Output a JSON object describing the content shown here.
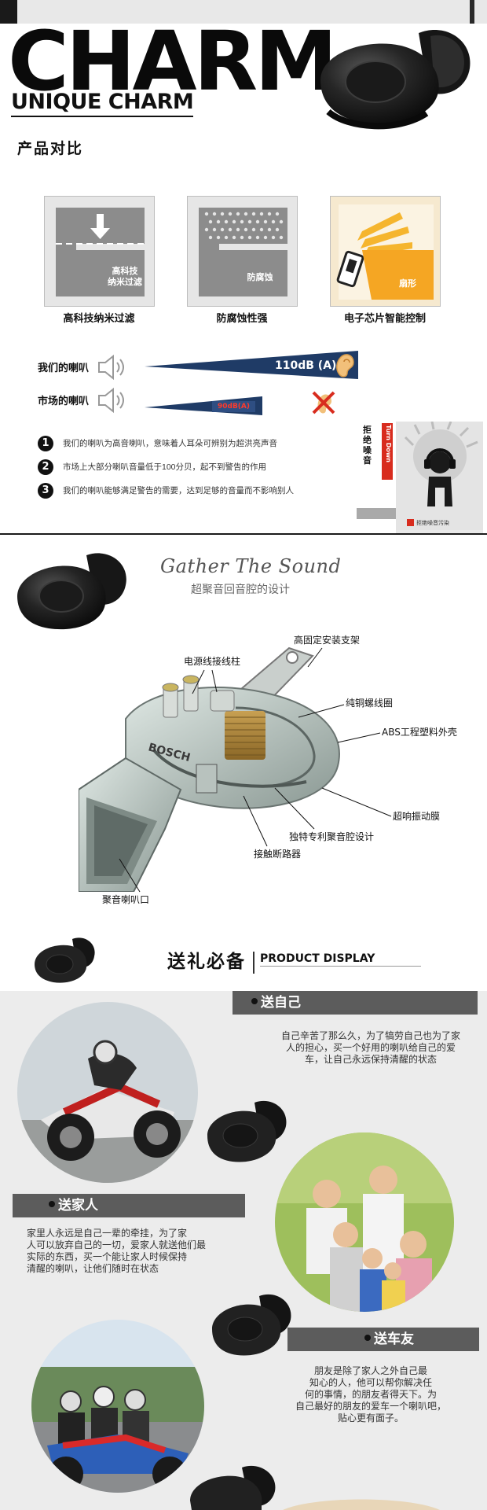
{
  "section1": {
    "title": "CHARM",
    "subtitle": "UNIQUE CHARM",
    "label": "产品对比",
    "features": [
      {
        "overlay": "高科技\n纳米过滤",
        "caption": "高科技纳米过滤"
      },
      {
        "overlay": "防腐蚀",
        "caption": "防腐蚀性强"
      },
      {
        "overlay": "扇形",
        "caption": "电子芯片智能控制"
      }
    ],
    "comparison": {
      "ours_label": "我们的喇叭",
      "ours_db": "110dB (A)",
      "market_label": "市场的喇叭",
      "market_db": "90dB(A)"
    },
    "bullets": [
      {
        "num": "1",
        "text": "我们的喇叭为高音喇叭，意味着人耳朵可辨别为超洪亮声音"
      },
      {
        "num": "2",
        "text": "市场上大部分喇叭音量低于100分贝，起不到警告的作用"
      },
      {
        "num": "3",
        "text": "我们的喇叭能够满足警告的需要，达到足够的音量而不影响别人"
      }
    ],
    "turn_panel": {
      "reject": "拒绝噪音",
      "turn": "Turn Down",
      "footer": "拒绝噪音污染"
    }
  },
  "section2": {
    "heading": "Gather The Sound",
    "subheading": "超聚音回音腔的设计",
    "callouts": {
      "bracket": "高固定安装支架",
      "terminal": "电源线接线柱",
      "coil": "纯铜螺线圈",
      "shell": "ABS工程塑料外壳",
      "diaphragm": "超响振动膜",
      "cavity": "独特专利聚音腔设计",
      "breaker": "接触断路器",
      "mouth": "聚音喇叭口"
    }
  },
  "section3": {
    "title": "送礼必备",
    "title_en": "PRODUCT DISPLAY",
    "self": {
      "label": "送自己",
      "text_lines": [
        "自己辛苦了那么久，为了犒劳自己也为了家",
        "人的担心，买一个好用的喇叭给自己的爱",
        "车，让自己永远保持清醒的状态"
      ]
    },
    "family": {
      "label": "送家人",
      "text_lines": [
        "家里人永远是自己一辈的牵挂，为了家",
        "人可以放弃自己的一切，爱家人就送他们最",
        "实际的东西，买一个能让家人时候保持",
        "清醒的喇叭，让他们随时在状态"
      ]
    },
    "friend": {
      "label": "送车友",
      "text_lines": [
        "朋友是除了家人之外自己最",
        "知心的人，他可以帮你解决任",
        "何的事情，的朋友者得天下。为",
        "自己最好的朋友的爱车一个喇叭吧，",
        "贴心更有面子。"
      ]
    }
  },
  "colors": {
    "navy": "#1f3b66",
    "orange": "#f5a623",
    "banner_grey": "#5c5c5c",
    "warning_red": "#d82c1e"
  }
}
